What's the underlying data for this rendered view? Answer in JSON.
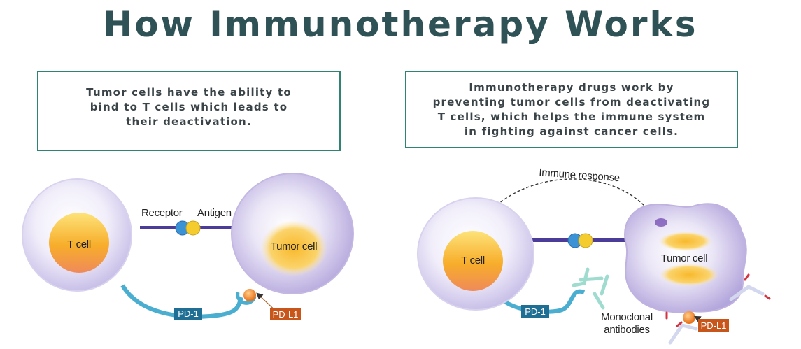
{
  "title": "How Immunotherapy Works",
  "left_panel": {
    "description_lines": [
      "Tumor cells have the ability to",
      "bind to T cells which leads to",
      "their deactivation."
    ],
    "labels": {
      "t_cell": "T cell",
      "tumor_cell": "Tumor cell",
      "receptor": "Receptor",
      "antigen": "Antigen",
      "pd1": "PD-1",
      "pdl1": "PD-L1"
    }
  },
  "right_panel": {
    "description_lines": [
      "Immunotherapy drugs work by",
      "preventing tumor cells from deactivating",
      "T cells, which helps the immune system",
      "in fighting against cancer cells."
    ],
    "labels": {
      "immune_response": "Immune response",
      "t_cell": "T cell",
      "tumor_cell": "Tumor cell",
      "pd1": "PD-1",
      "pdl1": "PD-L1",
      "monoclonal_line1": "Monoclonal",
      "monoclonal_line2": "antibodies"
    }
  },
  "colors": {
    "title": "#2f5256",
    "box_border": "#2e8373",
    "pd1_tag": "#1f6f95",
    "pdl1_tag": "#c8561a",
    "connector": "#4b3c9a",
    "pd1_strand": "#4aaed0",
    "cell_membrane": "#e6e1f5",
    "nucleus": "#f7b531"
  }
}
